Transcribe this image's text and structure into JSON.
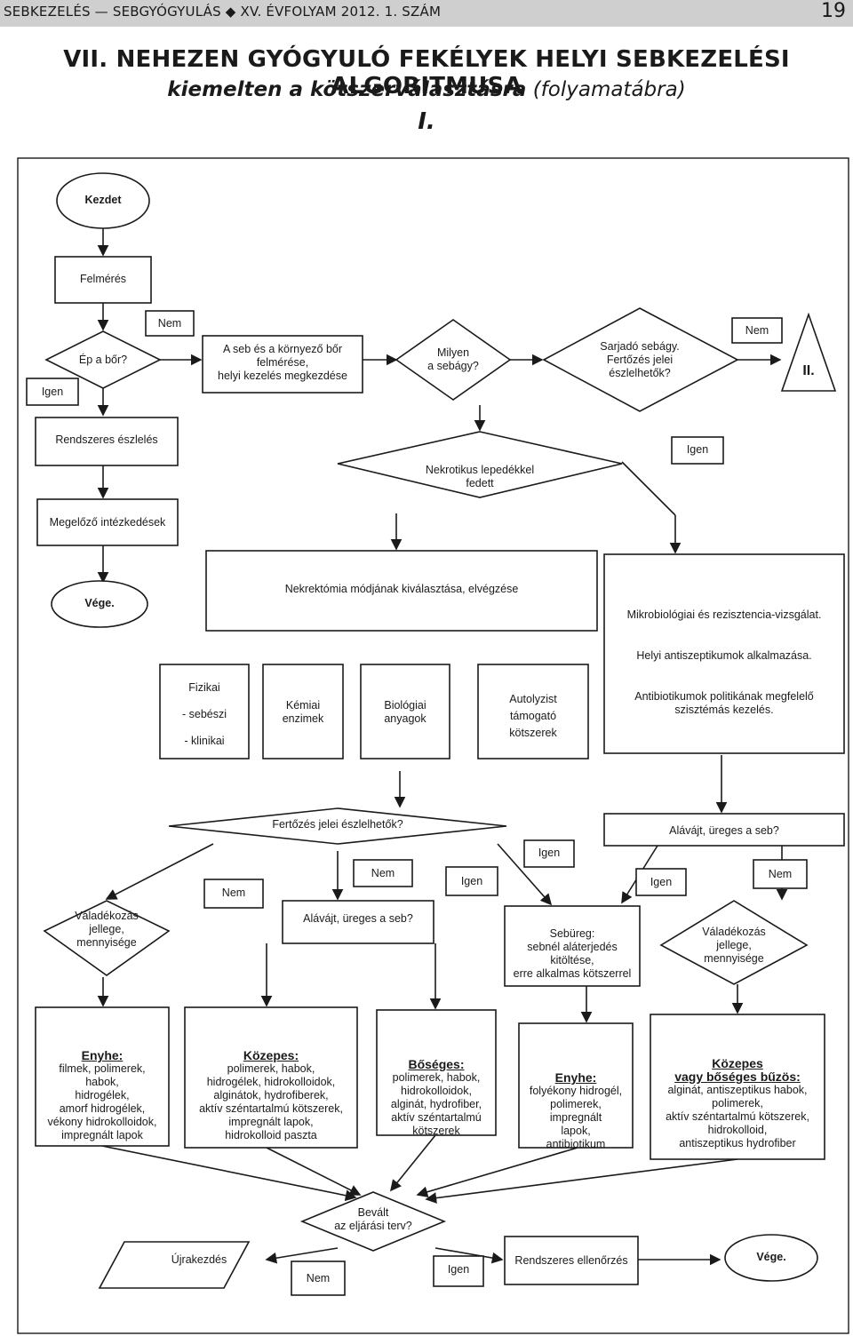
{
  "header": {
    "running_title": "SEBKEZELÉS — SEBGYÓGYULÁS ◆ XV. ÉVFOLYAM 2012. 1. SZÁM",
    "page_number": "19"
  },
  "title": {
    "line1": "VII. NEHEZEN GYÓGYULÓ FEKÉLYEK HELYI SEBKEZELÉSI ALGORITMUSA",
    "line2_bold": "kiemelten a kötszerválasztásra",
    "line2_paren": "(folyamatábra)",
    "line3": "I."
  },
  "flowchart": {
    "start": "Kezdet",
    "assessment": "Felmérés",
    "q_intact_skin": "Ép a bőr?",
    "yes_left": "Igen",
    "no_top": "Nem",
    "surrounding_skin": "A seb és a környező bőr\nfelmérése,\nhelyi kezelés megkezdése",
    "q_wound_type": "Milyen\na sebágy?",
    "q_granulating": "Sarjadó sebágy.\nFertőzés jelei\nészlelhetők?",
    "no_right": "Nem",
    "continue_marker": "II.",
    "regular_observation": "Rendszeres észlelés",
    "q_necrotic": "Nekrotikus lepedékkel\nfedett",
    "yes_necrotic": "Igen",
    "prevention": "Megelőző intézkedések",
    "end1": "Vége.",
    "necrectomy": "Nekrektómia módjának kiválasztása, elvégzése",
    "microbiology": "Mikrobiológiai és rezisztencia-vizsgálat.",
    "antiseptics": "Helyi antiszeptikumok alkalmazása.",
    "antibiotics": "Antibiotikumok politikának megfelelő\nszisztémás kezelés.",
    "physical": "Fizikai\n\n- sebészi\n\n- klinikai",
    "chemical": "Kémiai\nenzimek",
    "biological": "Biológiai\nanyagok",
    "autolytic": "Autolyzist\ntámogató\nkötszerek",
    "q_infection": "Fertőzés jelei észlelhetők?",
    "q_undermined_right": "Alávájt, üreges a seb?",
    "yes_mid": "Igen",
    "no_a": "Nem",
    "no_b": "Nem",
    "yes_b": "Igen",
    "yes_c": "Igen",
    "no_c": "Nem",
    "exudate_left": "Váladékozás\njellege,\nmennyisége",
    "q_undermined_mid": "Alávájt, üreges a seb?",
    "cavity": "Sebüreg:\nsebnél aláterjedés kitöltése,\nerre alkalmas kötszerrel",
    "exudate_right": "Váladékozás\njellege,\nmennyisége",
    "mild1_head": "Enyhe:",
    "mild1_body": "filmek, polimerek,\nhabok,\nhidrogélek,\namorf hidrogélek,\nvékony hidrokolloidok,\nimpregnált lapok",
    "moderate_head": "Közepes:",
    "moderate_body": "polimerek, habok,\nhidrogélek, hidrokolloidok,\nalginátok, hydrofiberek,\naktív széntartalmú kötszerek,\nimpregnált lapok,\nhidrokolloid paszta",
    "heavy_head": "Bőséges:",
    "heavy_body": "polimerek, habok,\nhidrokolloidok,\nalginát, hydrofiber,\naktív széntartalmú\nkötszerek",
    "mild2_head": "Enyhe:",
    "mild2_body": "folyékony hidrogél,\npolimerek,\nimpregnált\nlapok,\nantibiotikum",
    "foul_head": "Közepes\nvagy bőséges bűzös:",
    "foul_body": "alginát, antiszeptikus habok,\npolimerek,\naktív széntartalmú kötszerek,\nhidrokolloid,\nantiszeptikus hydrofiber",
    "q_plan": "Bevált\naz eljárási terv?",
    "restart": "Újrakezdés",
    "no_bottom": "Nem",
    "yes_bottom": "Igen",
    "regular_check": "Rendszeres ellenőrzés",
    "end2": "Vége."
  }
}
